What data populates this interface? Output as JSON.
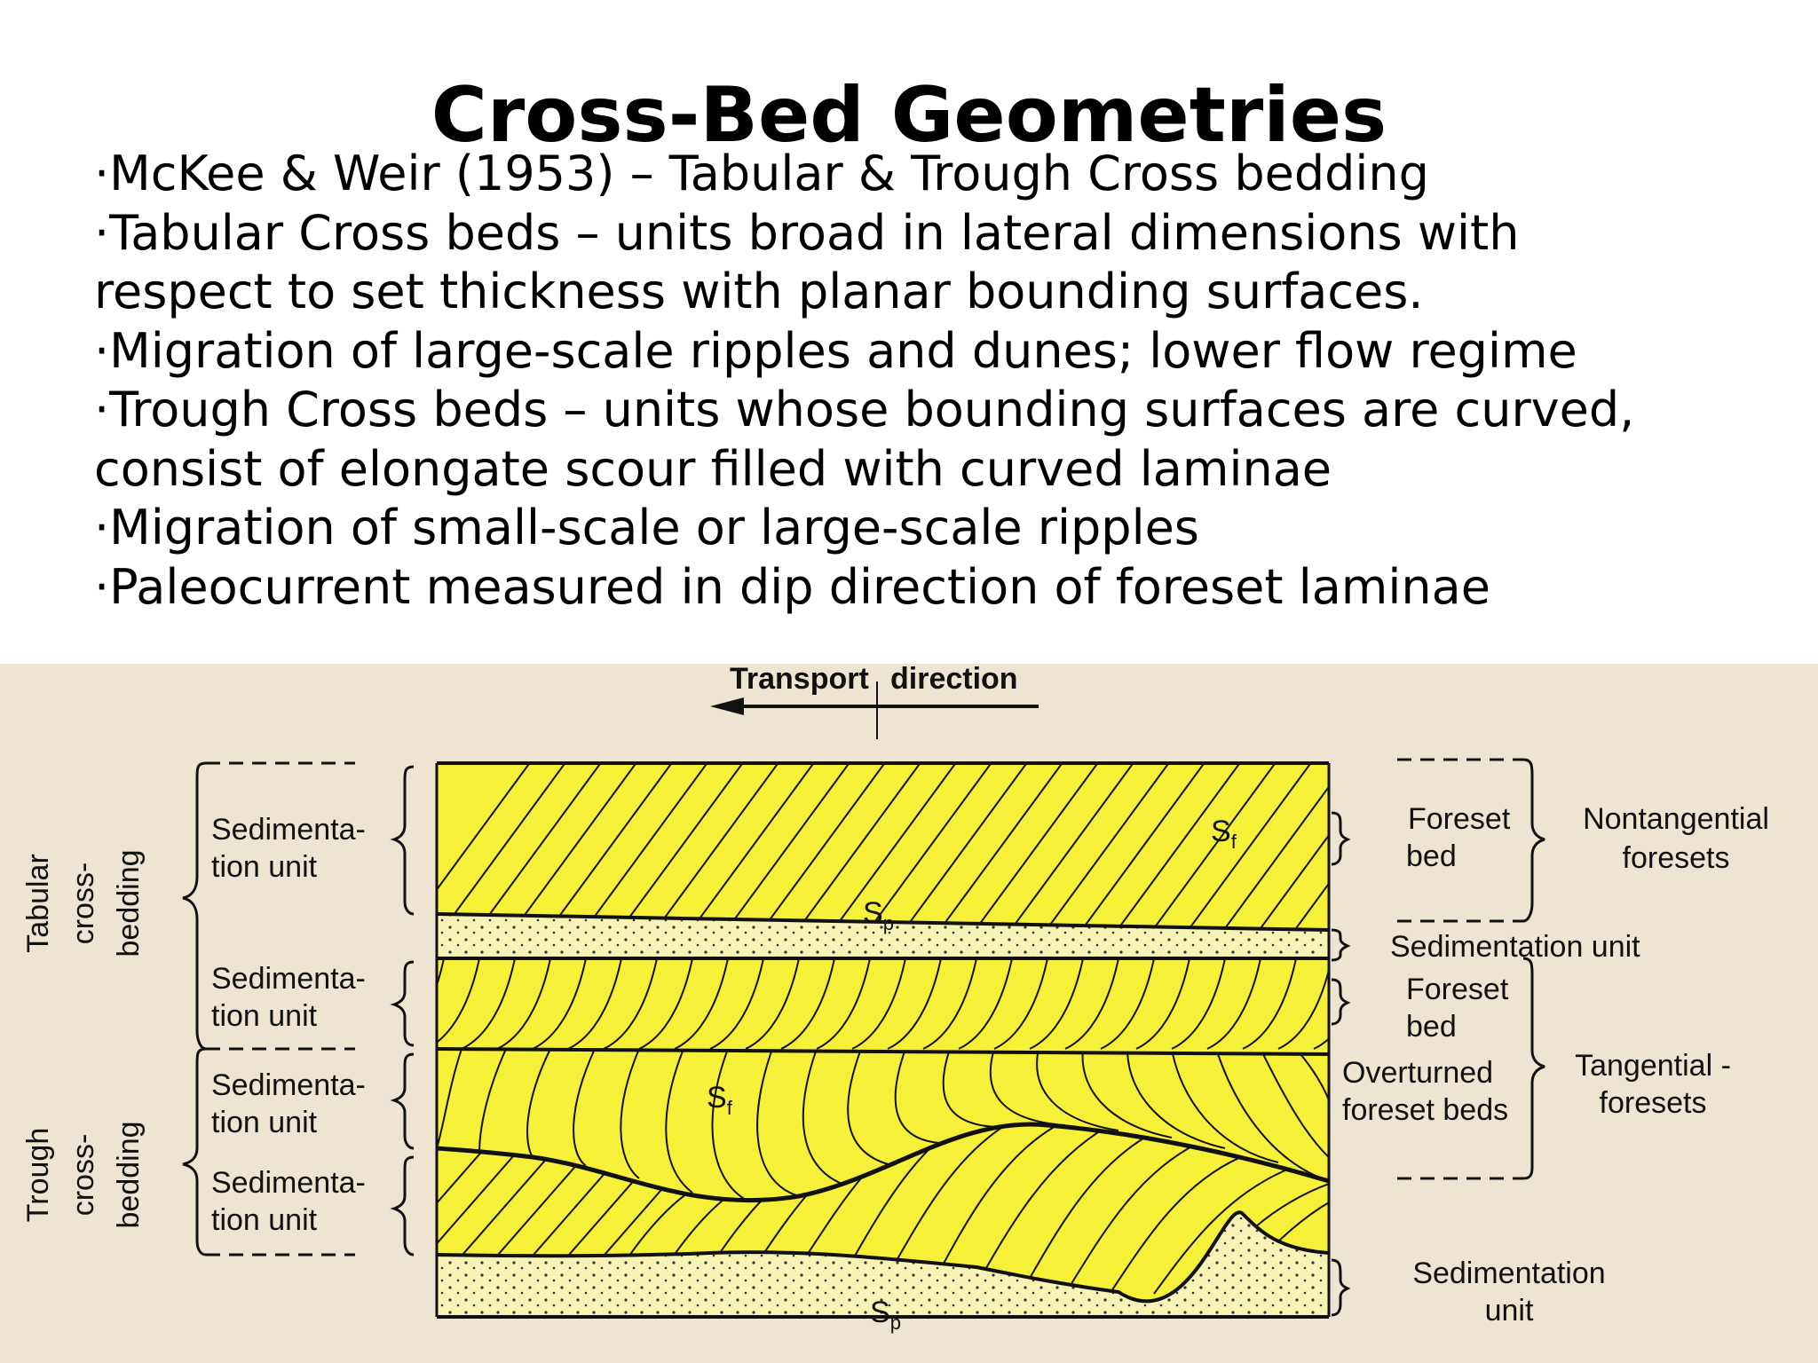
{
  "slide": {
    "title": "Cross-Bed Geometries",
    "bullets": [
      "·McKee & Weir (1953) – Tabular & Trough Cross bedding",
      "·Tabular Cross beds – units broad in lateral dimensions with",
      "respect to set thickness with planar bounding surfaces.",
      "·Migration of large-scale ripples and dunes; lower flow regime",
      "·Trough Cross beds – units whose bounding surfaces are curved,",
      "consist of elongate scour filled with curved laminae",
      "·Migration of small-scale or large-scale ripples",
      "·Paleocurrent measured in dip direction of foreset laminae"
    ]
  },
  "figure": {
    "colors": {
      "background": "#ede5d2",
      "sand": "#f6f038",
      "silt": "#f6f3b5",
      "ink": "#111111"
    },
    "transport": {
      "word1": "Transport",
      "word2": "direction"
    },
    "left_groups": {
      "tabular": [
        "Tabular",
        "cross-",
        "bedding"
      ],
      "trough": [
        "Trough",
        "cross-",
        "bedding"
      ]
    },
    "unit_label": {
      "line1": "Sedimenta-",
      "line2": "tion unit"
    },
    "symbols": {
      "sf": "S",
      "sf_sub": "f",
      "sp": "S",
      "sp_sub": "p"
    },
    "right_labels": {
      "foreset_bed": {
        "line1": "Foreset",
        "line2": "bed"
      },
      "nontangential": {
        "line1": "Nontangential",
        "line2": "foresets"
      },
      "sedimentation_unit": "Sedimentation unit",
      "overturned": {
        "line1": "Overturned",
        "line2": "foreset beds"
      },
      "tangential": {
        "line1": "Tangential -",
        "line2": "foresets"
      },
      "sedimentation_unit_bottom": {
        "line1": "Sedimentation",
        "line2": "unit"
      }
    }
  }
}
